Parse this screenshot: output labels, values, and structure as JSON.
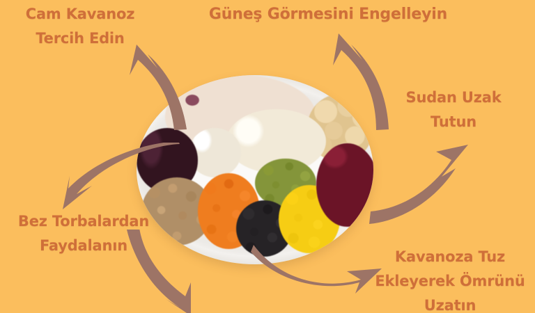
{
  "theme": {
    "background_color": "#fbbe5d",
    "text_color": "#cf6f39",
    "arrow_color": "#9d7466"
  },
  "infographic": {
    "subject": "legume-storage-tips",
    "center_image": {
      "name": "mixed-legumes-photo",
      "items": [
        "pinto-beans",
        "chickpeas",
        "white-cannellini-beans",
        "navy-beans",
        "dark-scarlet-runner-beans",
        "brown-lentils",
        "red-split-lentils",
        "mung-beans",
        "black-beans",
        "yellow-split-peas",
        "dark-red-kidney-beans"
      ]
    },
    "tips": [
      {
        "id": "glass-jar",
        "lines": [
          "Cam Kavanoz",
          "Tercih Edin"
        ],
        "arrow": "curved-arrow-up-left"
      },
      {
        "id": "avoid-sunlight",
        "lines": [
          "Güneş Görmesini Engelleyin"
        ],
        "arrow": "curved-arrow-up"
      },
      {
        "id": "keep-away-from-water",
        "lines": [
          "Sudan Uzak",
          "Tutun"
        ],
        "arrow": "curved-arrow-up-right"
      },
      {
        "id": "cloth-bags",
        "lines": [
          "Bez Torbalardan",
          "Faydalanın"
        ],
        "arrow": "curved-arrow-down-left"
      },
      {
        "id": "add-salt-to-jar",
        "lines": [
          "Kavanoza Tuz",
          "Ekleyerek Ömrünü",
          "Uzatın"
        ],
        "arrow": "curved-arrow-right"
      },
      {
        "id": "bottom-cut-off",
        "lines": [
          ""
        ],
        "arrow": "curved-arrow-down"
      }
    ]
  }
}
